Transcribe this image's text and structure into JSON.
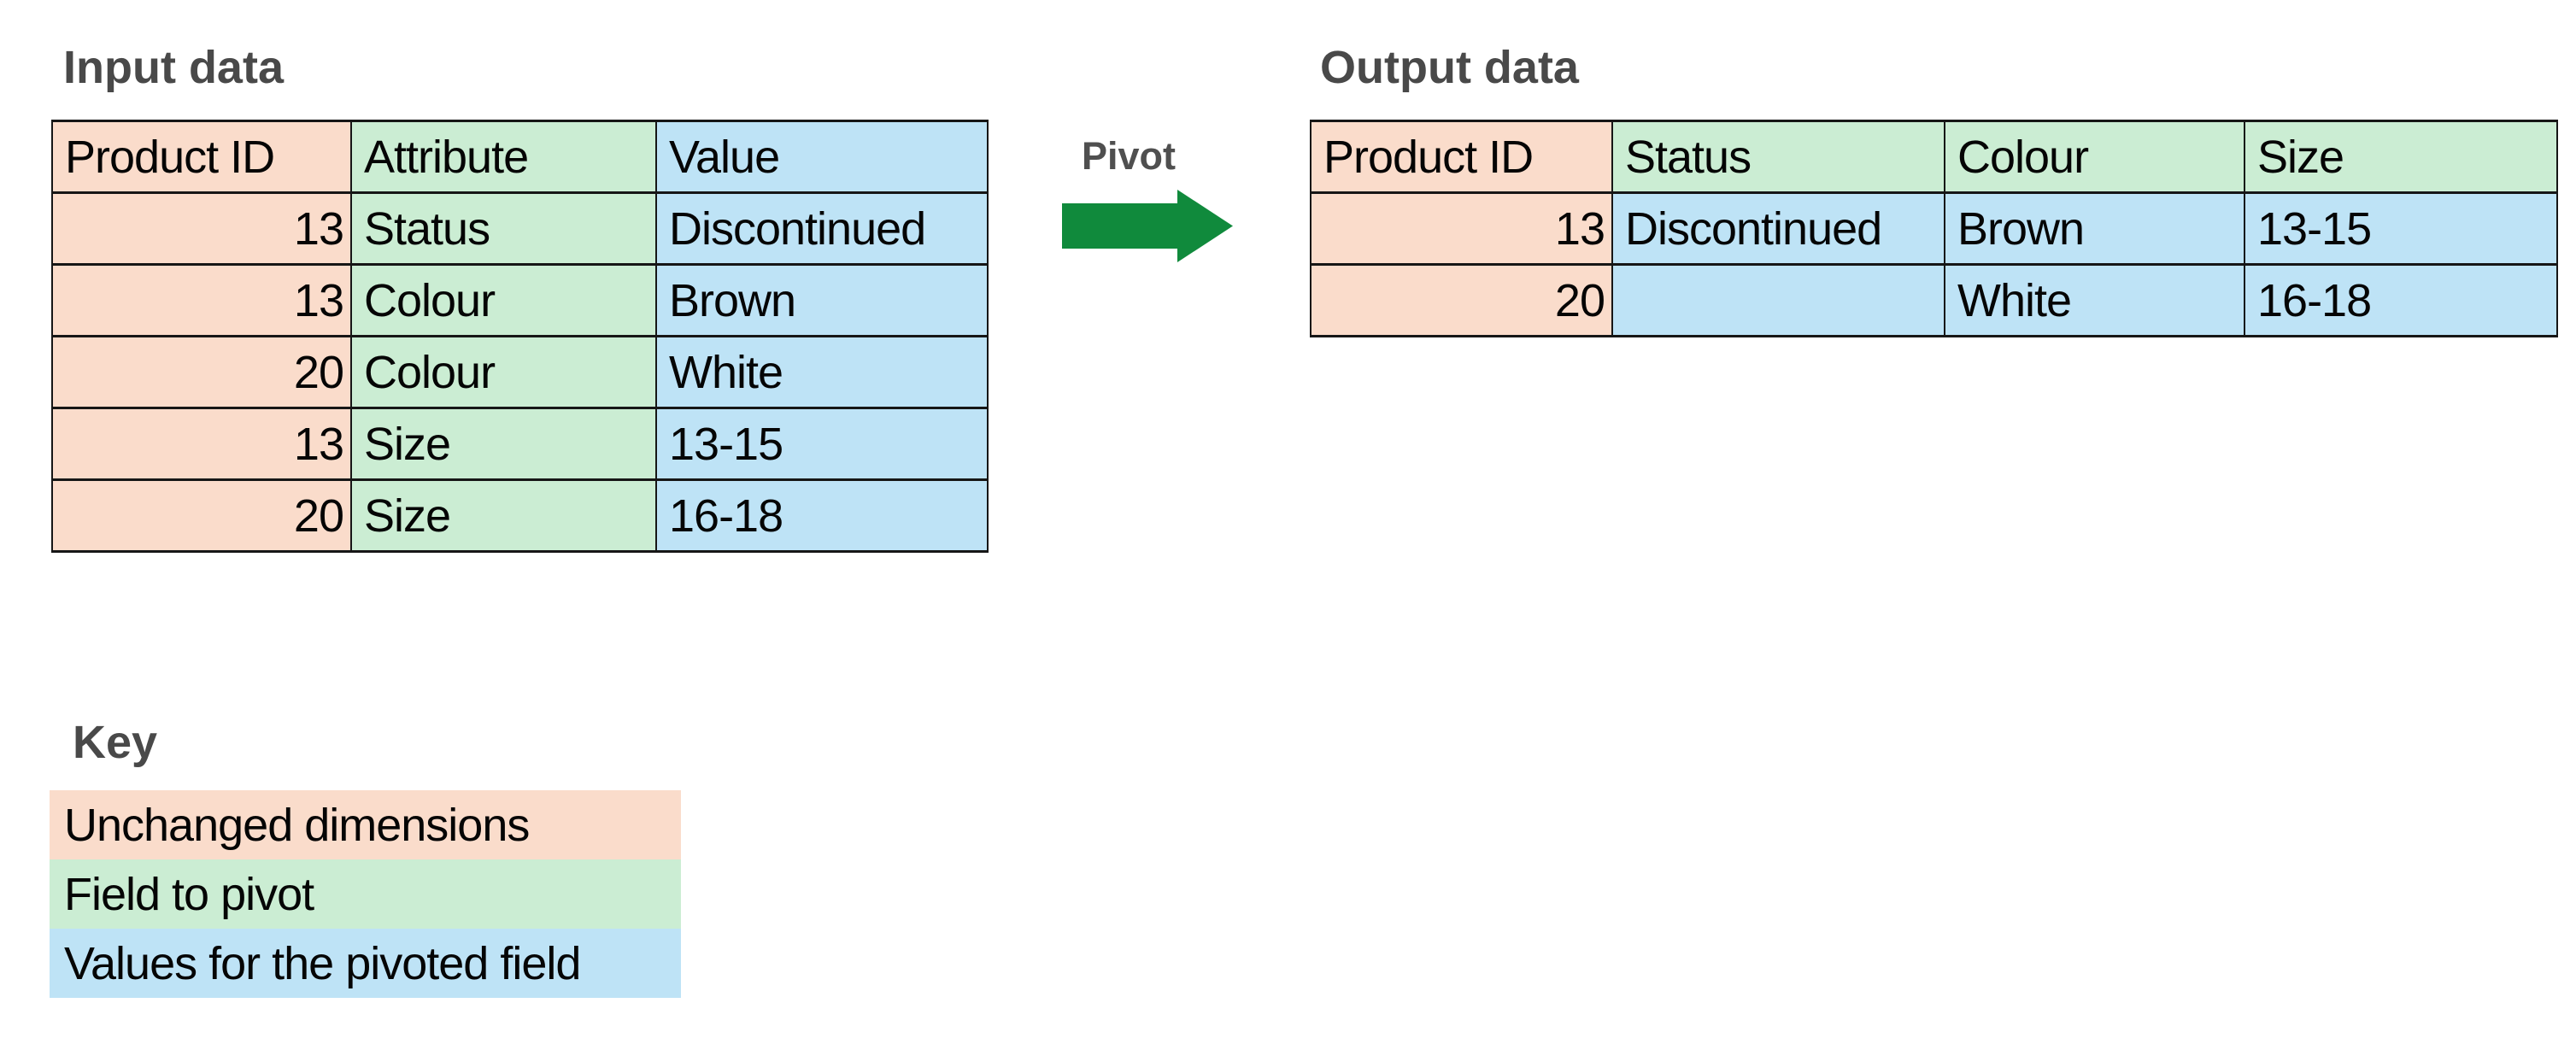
{
  "titles": {
    "input": "Input data",
    "output": "Output data",
    "pivot": "Pivot",
    "key": "Key"
  },
  "colors": {
    "unchanged_dimensions_peach": "#fadccb",
    "field_to_pivot_green": "#cbedd3",
    "pivoted_values_blue": "#bee3f6",
    "arrow_green": "#108a3c",
    "title_gray": "#494949",
    "table_border": "#161616"
  },
  "input_table": {
    "headers": [
      "Product ID",
      "Attribute",
      "Value"
    ],
    "rows": [
      [
        "13",
        "Status",
        "Discontinued"
      ],
      [
        "13",
        "Colour",
        "Brown"
      ],
      [
        "20",
        "Colour",
        "White"
      ],
      [
        "13",
        "Size",
        "13-15"
      ],
      [
        "20",
        "Size",
        "16-18"
      ]
    ]
  },
  "output_table": {
    "headers": [
      "Product ID",
      "Status",
      "Colour",
      "Size"
    ],
    "rows": [
      [
        "13",
        "Discontinued",
        "Brown",
        "13-15"
      ],
      [
        "20",
        "",
        "White",
        "16-18"
      ]
    ]
  },
  "key": {
    "title": "Key",
    "items": [
      {
        "label": "Unchanged dimensions",
        "color": "#fadccb"
      },
      {
        "label": "Field to pivot",
        "color": "#cbedd3"
      },
      {
        "label": "Values for the pivoted field",
        "color": "#bee3f6"
      }
    ]
  }
}
